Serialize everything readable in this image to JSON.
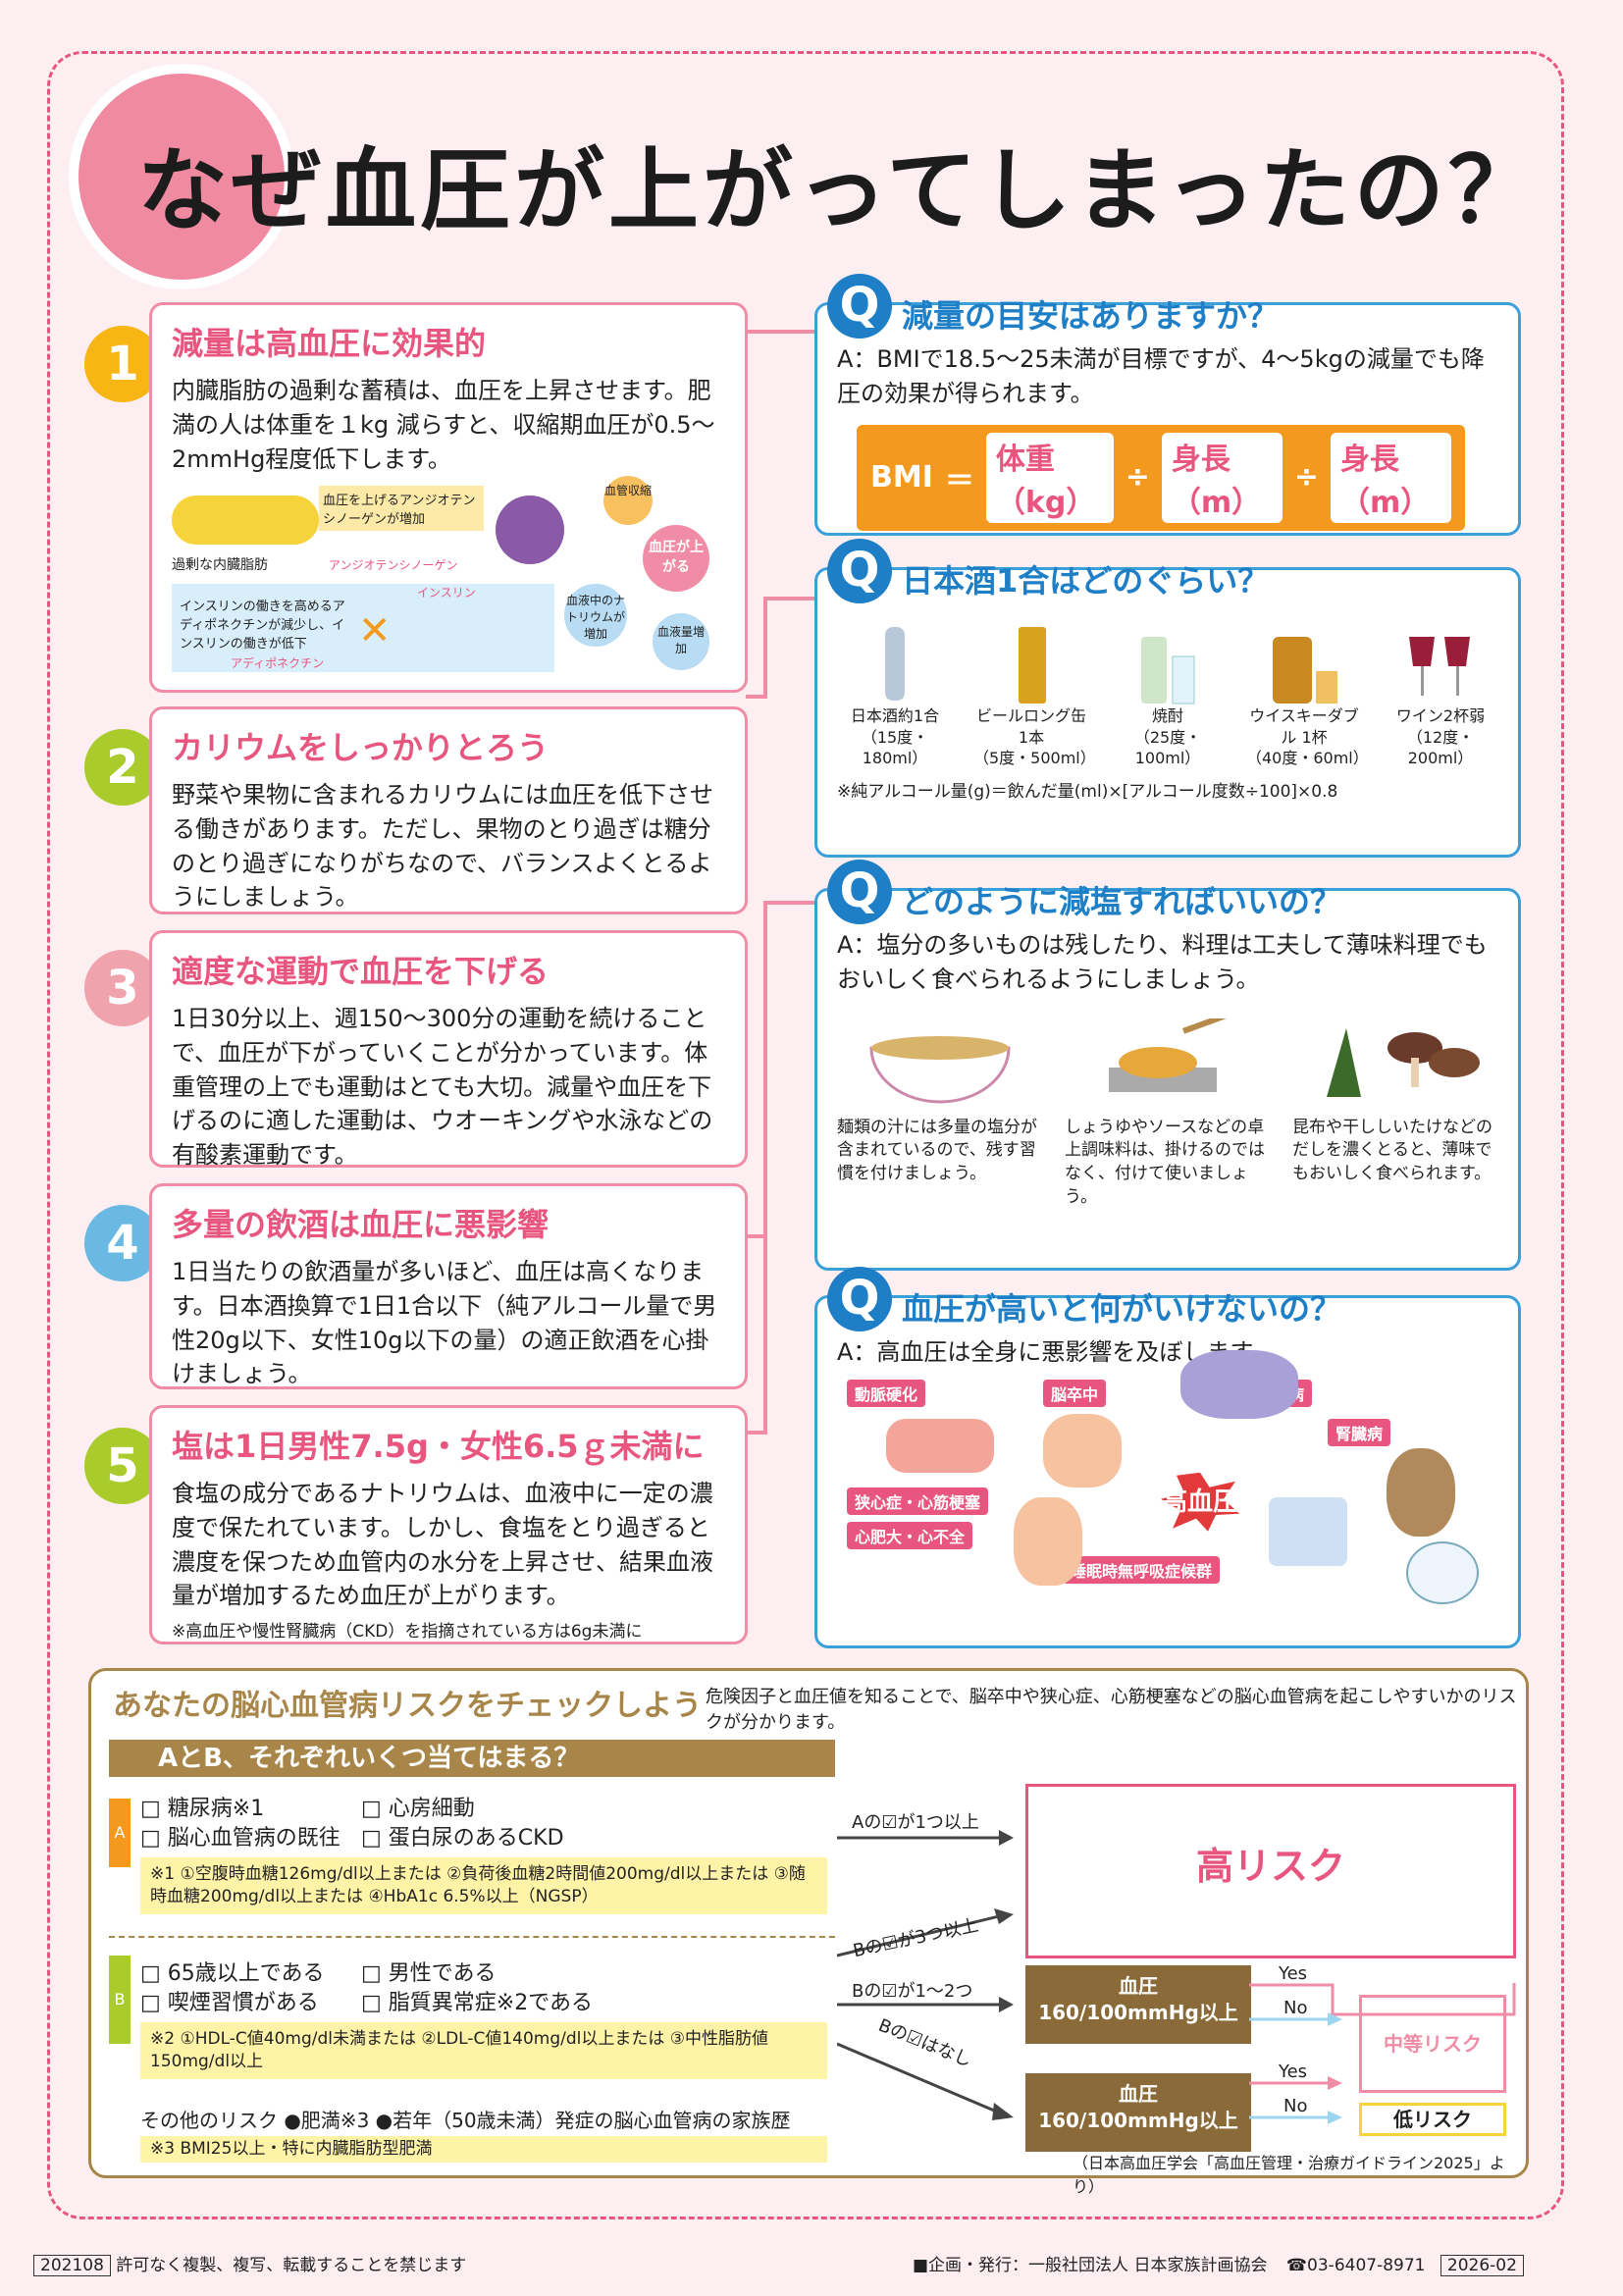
{
  "title": "なぜ血圧が上がってしまったの？",
  "tips": [
    {
      "num": "1",
      "heading": "減量は高血圧に効果的",
      "body": "内臓脂肪の過剰な蓄積は、血圧を上昇させます。肥満の人は体重を１kg 減らすと、収縮期血圧が0.5～2mmHg程度低下します。"
    },
    {
      "num": "2",
      "heading": "カリウムをしっかりとろう",
      "body": "野菜や果物に含まれるカリウムには血圧を低下させる働きがあります。ただし、果物のとり過ぎは糖分のとり過ぎになりがちなので、バランスよくとるようにしましょう。"
    },
    {
      "num": "3",
      "heading": "適度な運動で血圧を下げる",
      "body": "1日30分以上、週150～300分の運動を続けることで、血圧が下がっていくことが分かっています。体重管理の上でも運動はとても大切。減量や血圧を下げるのに適した運動は、ウオーキングや水泳などの有酸素運動です。"
    },
    {
      "num": "4",
      "heading": "多量の飲酒は血圧に悪影響",
      "body": "1日当たりの飲酒量が多いほど、血圧は高くなります。日本酒換算で1日1合以下（純アルコール量で男性20g以下、女性10g以下の量）の適正飲酒を心掛けましょう。"
    },
    {
      "num": "5",
      "heading": "塩は1日男性7.5g・女性6.5ｇ未満に",
      "body": "食塩の成分であるナトリウムは、血液中に一定の濃度で保たれています。しかし、食塩をとり過ぎると濃度を保つため血管内の水分を上昇させ、結果血液量が増加するため血圧が上がります。",
      "note": "※高血圧や慢性腎臓病（CKD）を指摘されている方は6g未満に"
    }
  ],
  "diagram": {
    "fat": "過剰な内臓脂肪",
    "ang1": "血圧を上げるアンジオテンシノーゲンが増加",
    "ang_label": "アンジオテンシノーゲン",
    "vaso": "血管収縮",
    "bp_up": "血圧が上がる",
    "ins1": "インスリンの働きを高めるアディポネクチンが減少し、インスリンの働きが低下",
    "insulin": "インスリン",
    "adipo": "アディポネクチン",
    "na": "血液中のナトリウムが増加",
    "blood": "血液量増加"
  },
  "q1": {
    "mark": "Q",
    "title": "減量の目安はありますか？",
    "answer": "A：BMIで18.5～25未満が目標ですが、4～5kgの減量でも降圧の効果が得られます。",
    "bmi": "BMI",
    "eq": "＝",
    "weight": "体重（kg）",
    "div": "÷",
    "height1": "身長（m）",
    "height2": "身長（m）"
  },
  "q2": {
    "mark": "Q",
    "title": "日本酒1合はどのぐらい？",
    "drinks": [
      {
        "name": "日本酒約1合",
        "spec": "（15度・180ml）"
      },
      {
        "name": "ビールロング缶1本",
        "spec": "（5度・500ml）"
      },
      {
        "name": "焼酎",
        "spec": "（25度・100ml）"
      },
      {
        "name": "ウイスキーダブル 1杯",
        "spec": "（40度・60ml）"
      },
      {
        "name": "ワイン2杯弱",
        "spec": "（12度・200ml）"
      }
    ],
    "approx": "≒",
    "formula": "※純アルコール量(g)＝飲んだ量(ml)×[アルコール度数÷100]×0.8"
  },
  "q3": {
    "mark": "Q",
    "title": "どのように減塩すればいいの？",
    "answer": "A：塩分の多いものは残したり、料理は工夫して薄味料理でもおいしく食べられるようにしましょう。",
    "tips": [
      "麺類の汁には多量の塩分が含まれているので、残す習慣を付けましょう。",
      "しょうゆやソースなどの卓上調味料は、掛けるのではなく、付けて使いましょう。",
      "昆布や干ししいたけなどのだしを濃くとると、薄味でもおいしく食べられます。"
    ]
  },
  "q4": {
    "mark": "Q",
    "title": "血圧が高いと何がいけないの？",
    "answer": "A：高血圧は全身に悪影響を及ぼします。",
    "labels": [
      "動脈硬化",
      "脳卒中",
      "糖尿病",
      "腎臓病",
      "狭心症・心筋梗塞",
      "心肥大・心不全",
      "睡眠時無呼吸症候群"
    ],
    "center": "高血圧"
  },
  "risk": {
    "title": "あなたの脳心血管病リスクをチェックしよう",
    "desc": "危険因子と血圧値を知ることで、脳卒中や狭心症、心筋梗塞などの脳心血管病を起こしやすいかのリスクが分かります。",
    "bar": "AとB、それぞれいくつ当てはまる？",
    "a_tag": "A",
    "b_tag": "B",
    "a_items": [
      "□ 糖尿病※1",
      "□ 心房細動",
      "□ 脳心血管病の既往",
      "□ 蛋白尿のあるCKD"
    ],
    "a_note": "※1 ①空腹時血糖126mg/dl以上または ②負荷後血糖2時間値200mg/dl以上または ③随時血糖200mg/dl以上または ④HbA1c 6.5%以上（NGSP）",
    "b_items": [
      "□ 65歳以上である",
      "□ 男性である",
      "□ 喫煙習慣がある",
      "□ 脂質異常症※2である"
    ],
    "b_note": "※2 ①HDL-C値40mg/dl未満または ②LDL-C値140mg/dl以上または ③中性脂肪値150mg/dl以上",
    "other": "その他のリスク ●肥満※3 ●若年（50歳未満）発症の脳心血管病の家族歴",
    "other_note": "※3 BMI25以上・特に内臓脂肪型肥満",
    "arrows": [
      "Aの☑が1つ以上",
      "Bの☑が3つ以上",
      "Bの☑が1～2つ",
      "Bの☑はなし"
    ],
    "high": "高リスク",
    "bp1": "血圧\n160/100mmHg以上",
    "bp2": "血圧\n160/100mmHg以上",
    "yes": "Yes",
    "no": "No",
    "mid": "中等リスク",
    "low": "低リスク",
    "source": "（日本高血圧学会「高血圧管理・治療ガイドライン2025」より）"
  },
  "footer": {
    "code": "202108",
    "copyright": "許可なく複製、複写、転載することを禁じます",
    "publisher": "■企画・発行：一般社団法人 日本家族計画協会",
    "phone": "☎03-6407-8971",
    "date": "2026-02"
  },
  "colors": {
    "pink": "#e8557e",
    "blue": "#1e7fc6",
    "brown": "#a8864a",
    "orange": "#f39a1e"
  }
}
